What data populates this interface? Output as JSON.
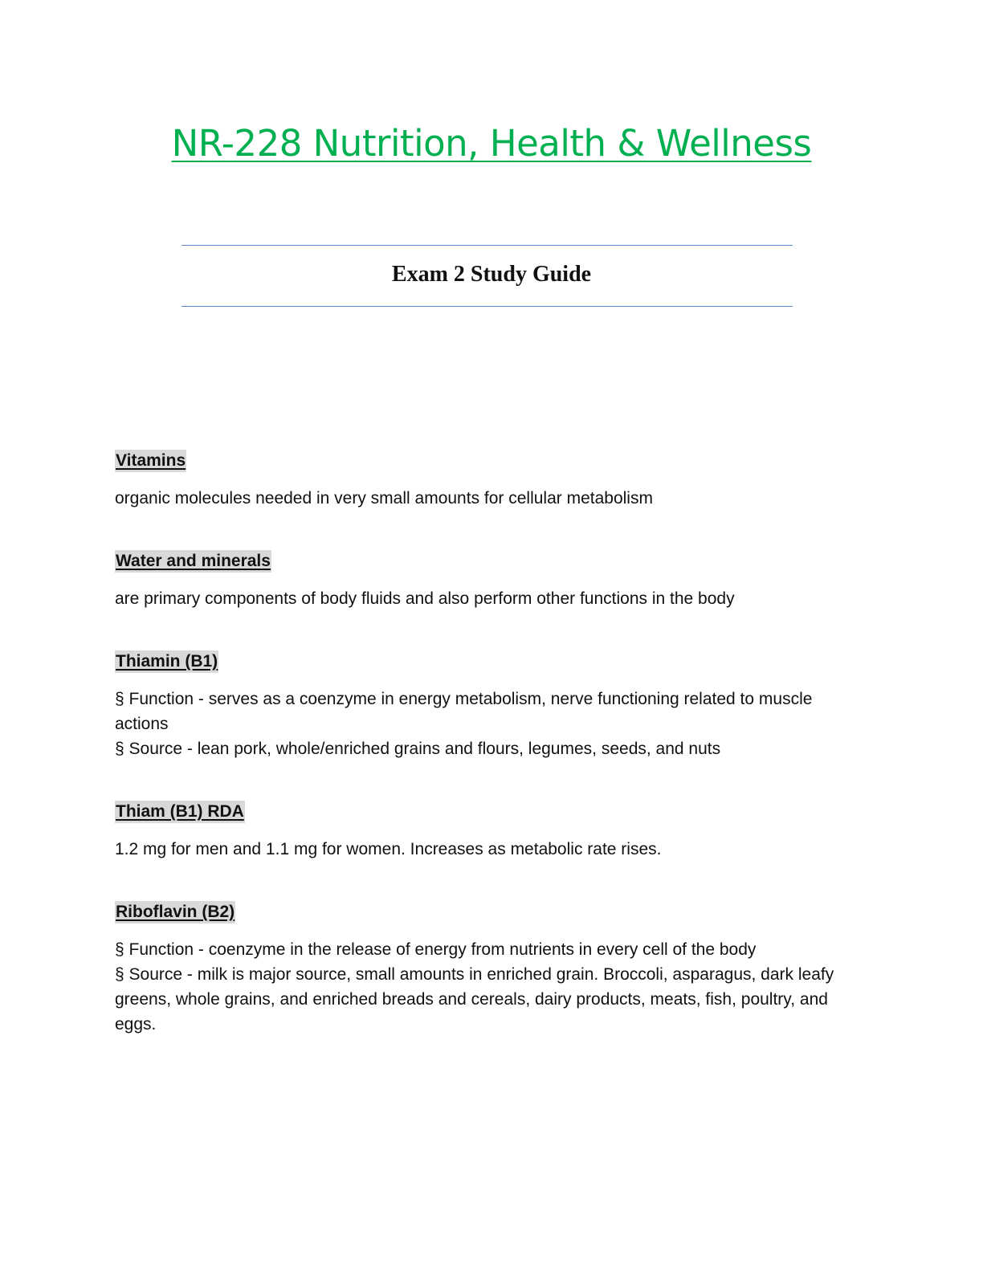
{
  "document": {
    "title": "NR-228 Nutrition, Health & Wellness",
    "subtitle": "Exam 2 Study Guide",
    "accent_color": "#00b050",
    "rule_color": "#5b86c8",
    "sections": [
      {
        "heading": "Vitamins",
        "lines": [
          "organic molecules needed in very small amounts for cellular metabolism"
        ]
      },
      {
        "heading": "Water and minerals",
        "lines": [
          "are primary components of body fluids and also perform other functions in the body"
        ]
      },
      {
        "heading": "Thiamin (B1)",
        "lines": [
          "§ Function - serves as a coenzyme in energy metabolism, nerve functioning related to muscle actions",
          "§ Source - lean pork, whole/enriched grains and flours, legumes, seeds, and nuts"
        ]
      },
      {
        "heading": "Thiam (B1) RDA",
        "lines": [
          "1.2 mg for men and 1.1 mg for women. Increases as metabolic rate rises."
        ]
      },
      {
        "heading": "Riboflavin (B2)",
        "lines": [
          "§ Function - coenzyme in the release of energy from nutrients in every cell of the body",
          "§ Source - milk is major source, small amounts in enriched grain. Broccoli, asparagus, dark leafy greens, whole grains, and enriched breads and cereals, dairy products, meats, fish, poultry, and eggs."
        ]
      }
    ]
  }
}
